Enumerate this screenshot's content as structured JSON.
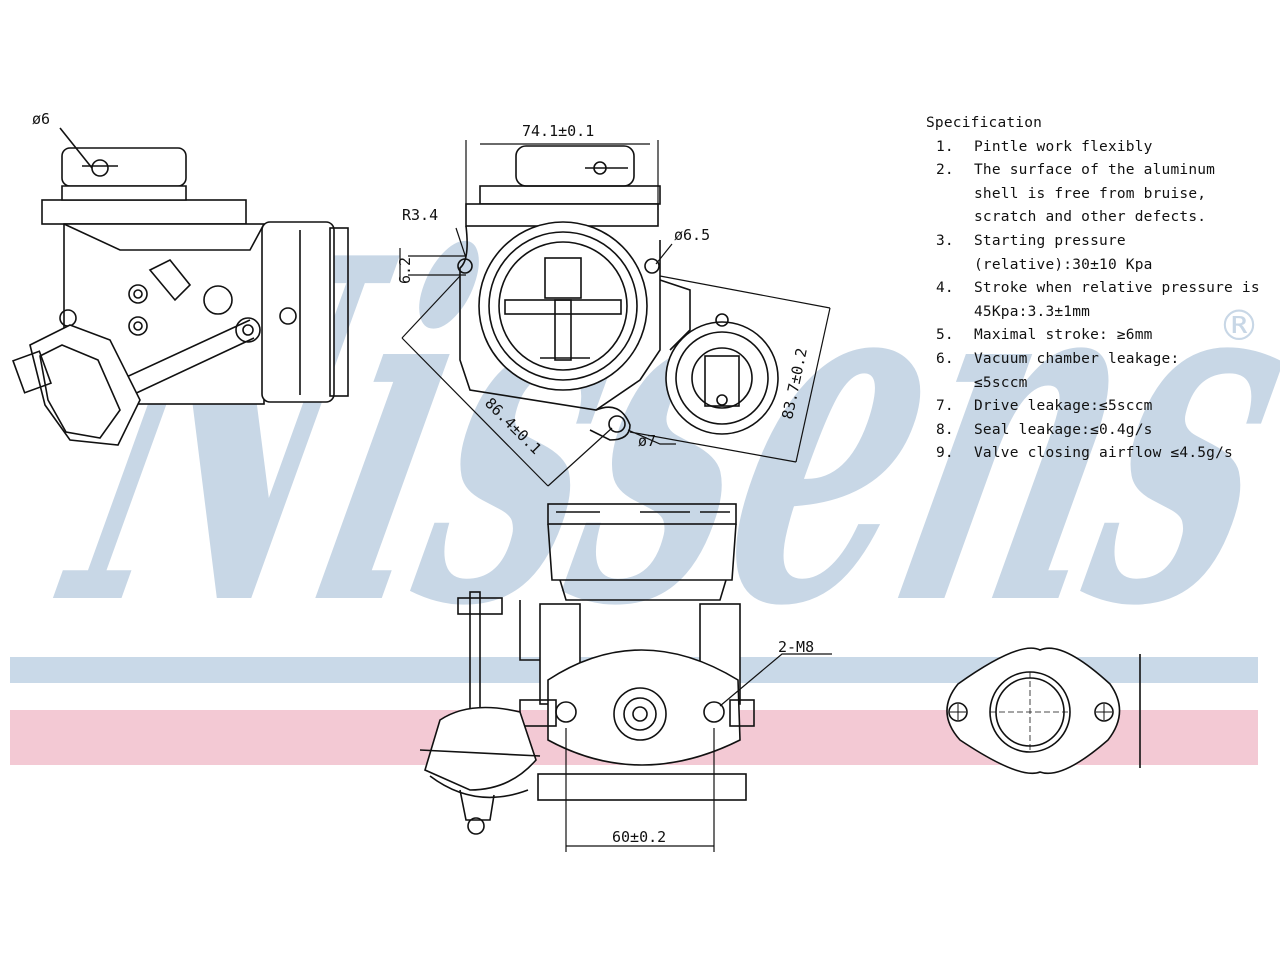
{
  "watermark": {
    "text": "Nissens",
    "registered_mark": "®",
    "color": "#c8d7e6",
    "stripe_blue": "#c9d9e8",
    "stripe_pink": "#f3c9d4"
  },
  "dimensions": {
    "pin_diameter": "ø6",
    "top_width": "74.1±0.1",
    "radius": "R3.4",
    "offset": "6.2",
    "hole_diameter": "ø6.5",
    "diagonal_length": "86.4±0.1",
    "side_length": "83.7±0.2",
    "bolt_hole": "ø7",
    "thread": "2-M8",
    "flange_width": "60±0.2"
  },
  "specification": {
    "title": "Specification",
    "items": [
      {
        "num": "1.",
        "text": "Pintle work flexibly"
      },
      {
        "num": "2.",
        "text": "The surface of the aluminum\nshell is free from bruise,\nscratch and other defects."
      },
      {
        "num": "3.",
        "text": "Starting pressure\n(relative):30±10 Kpa"
      },
      {
        "num": "4.",
        "text": "Stroke when relative pressure is\n45Kpa:3.3±1mm"
      },
      {
        "num": "5.",
        "text": "Maximal stroke: ≥6mm"
      },
      {
        "num": "6.",
        "text": "Vacuum chamber leakage:\n≤5sccm"
      },
      {
        "num": "7.",
        "text": "Drive leakage:≤5sccm"
      },
      {
        "num": "8.",
        "text": "Seal leakage:≤0.4g/s"
      },
      {
        "num": "9.",
        "text": "Valve closing airflow ≤4.5g/s"
      }
    ]
  }
}
